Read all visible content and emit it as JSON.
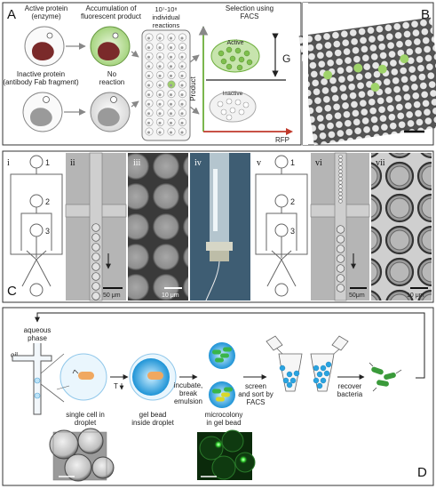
{
  "panel_a": {
    "letter": "A",
    "active_protein": [
      "Active protein",
      "(enzyme)"
    ],
    "accumulation": [
      "Accumulation of",
      "fluorescent product"
    ],
    "inactive_protein": [
      "Inactive protein",
      "(antibody Fab fragment)"
    ],
    "no_reaction": [
      "No",
      "reaction"
    ],
    "individual_reactions": [
      "10⁷-10⁸",
      "individual",
      "reactions"
    ],
    "selection": [
      "Selection using",
      "FACS"
    ],
    "active": "Active",
    "inactive": "Inactive",
    "y_axis": "Product",
    "x_axis": "RFP",
    "gate": "G"
  },
  "panel_b": {
    "letter": "B"
  },
  "panel_c": {
    "letter": "C",
    "subpanels": [
      "i",
      "ii",
      "iii",
      "iv",
      "v",
      "vi",
      "vii"
    ],
    "chip_numbers": [
      "1",
      "2",
      "3"
    ],
    "scale_50a": "50 μm",
    "scale_10a": "10 μm",
    "scale_50b": "50μm",
    "scale_10b": "10 μm"
  },
  "panel_d": {
    "letter": "D",
    "aqueous_phase": [
      "aqueous",
      "phase"
    ],
    "oil": "oil",
    "temp_label": "T",
    "single_cell": [
      "single cell in",
      "droplet"
    ],
    "gel_bead": [
      "gel bead",
      "inside droplet"
    ],
    "incubate": [
      "incubate,",
      "break",
      "emulsion"
    ],
    "microcolony": [
      "microcolony",
      "in gel bead"
    ],
    "screen": [
      "screen",
      "and sort by",
      "FACS"
    ],
    "recover": [
      "recover",
      "bacteria"
    ]
  },
  "colors": {
    "border": "#333333",
    "active_green": "#7fbf4d",
    "protein_red": "#7a2a2a",
    "inactive_gray": "#9a9a9a",
    "axis_green": "#6cae3a",
    "axis_red": "#c0392b",
    "bead_blue": "#29a3e0",
    "cell_orange": "#f0a860",
    "fluor_green": "#39d335"
  }
}
